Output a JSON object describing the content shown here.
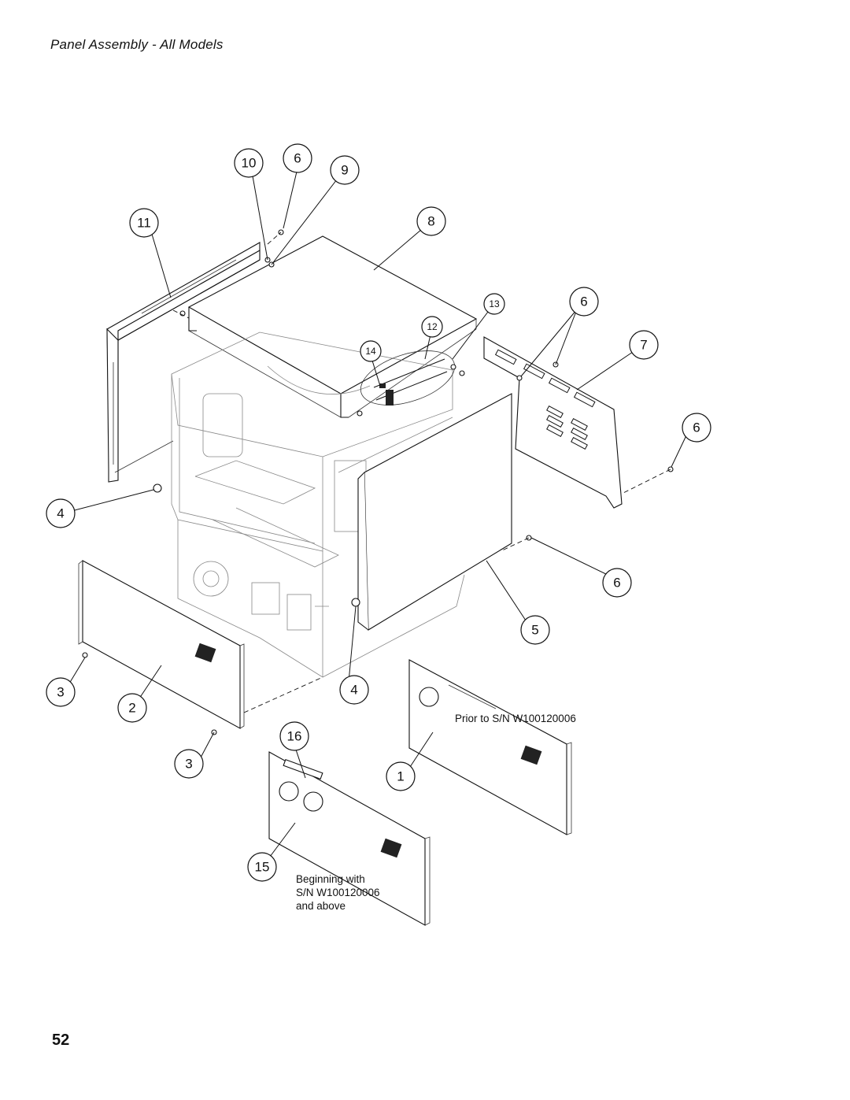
{
  "page": {
    "title": "Panel Assembly  -  All Models",
    "page_number": "52"
  },
  "callouts": {
    "c10": "10",
    "c6a": "6",
    "c9": "9",
    "c11": "11",
    "c8": "8",
    "c13": "13",
    "c6b": "6",
    "c12": "12",
    "c14": "14",
    "c7": "7",
    "c6c": "6",
    "c4a": "4",
    "c6d": "6",
    "c5": "5",
    "c3a": "3",
    "c4b": "4",
    "c2": "2",
    "c16": "16",
    "c3b": "3",
    "c1": "1",
    "c15": "15"
  },
  "notes": {
    "prior": "Prior to S/N W100120006",
    "beginning_line1": "Beginning with",
    "beginning_line2": "S/N W100120006",
    "beginning_line3": "and above"
  }
}
